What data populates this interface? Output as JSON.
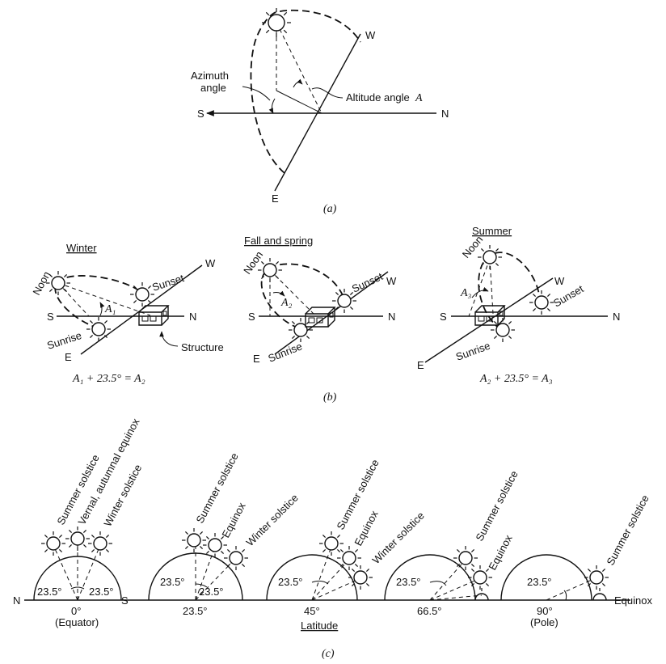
{
  "diagram": {
    "panel_a": {
      "caption": "(a)",
      "label_s": "S",
      "label_n": "N",
      "label_w": "W",
      "label_e": "E",
      "azimuth_line1": "Azimuth",
      "azimuth_line2": "angle",
      "altitude_label": "Altitude angle",
      "altitude_symbol": "A"
    },
    "panel_b": {
      "caption": "(b)",
      "winter": {
        "title": "Winter",
        "noon": "Noon",
        "sunset": "Sunset",
        "sunrise": "Sunrise",
        "structure": "Structure",
        "s": "S",
        "n": "N",
        "w": "W",
        "e": "E",
        "angle": "A₁",
        "equation": "A₁ + 23.5° = A₂"
      },
      "fall_spring": {
        "title": "Fall and spring",
        "noon": "Noon",
        "sunset": "Sunset",
        "sunrise": "Sunrise",
        "s": "S",
        "n": "N",
        "w": "W",
        "e": "E",
        "angle": "A₂"
      },
      "summer": {
        "title": "Summer",
        "noon": "Noon",
        "sunset": "Sunset",
        "sunrise": "Sunrise",
        "s": "S",
        "n": "N",
        "w": "W",
        "e": "E",
        "angle": "A₃",
        "equation": "A₂ + 23.5° = A₃"
      }
    },
    "panel_c": {
      "caption": "(c)",
      "label_n": "N",
      "label_s": "S",
      "axis_title": "Latitude",
      "equator": {
        "latitude": "0°",
        "sublabel": "(Equator)",
        "angle_left": "23.5°",
        "angle_right": "23.5°",
        "summer": "Summer solstice",
        "vernal": "Vernal, autumnal equinox",
        "winter": "Winter solstice"
      },
      "lat23": {
        "latitude": "23.5°",
        "angle_left": "23.5°",
        "angle_right": "23.5°",
        "summer": "Summer solstice",
        "equinox": "Equinox",
        "winter": "Winter solstice"
      },
      "lat45": {
        "latitude": "45°",
        "angle": "23.5°",
        "summer": "Summer solstice",
        "equinox": "Equinox",
        "winter": "Winter solstice"
      },
      "lat66": {
        "latitude": "66.5°",
        "angle": "23.5°",
        "summer": "Summer solstice",
        "equinox": "Equinox"
      },
      "pole": {
        "latitude": "90°",
        "sublabel": "(Pole)",
        "angle": "23.5°",
        "summer": "Summer solstice",
        "equinox": "Equinox"
      }
    }
  }
}
